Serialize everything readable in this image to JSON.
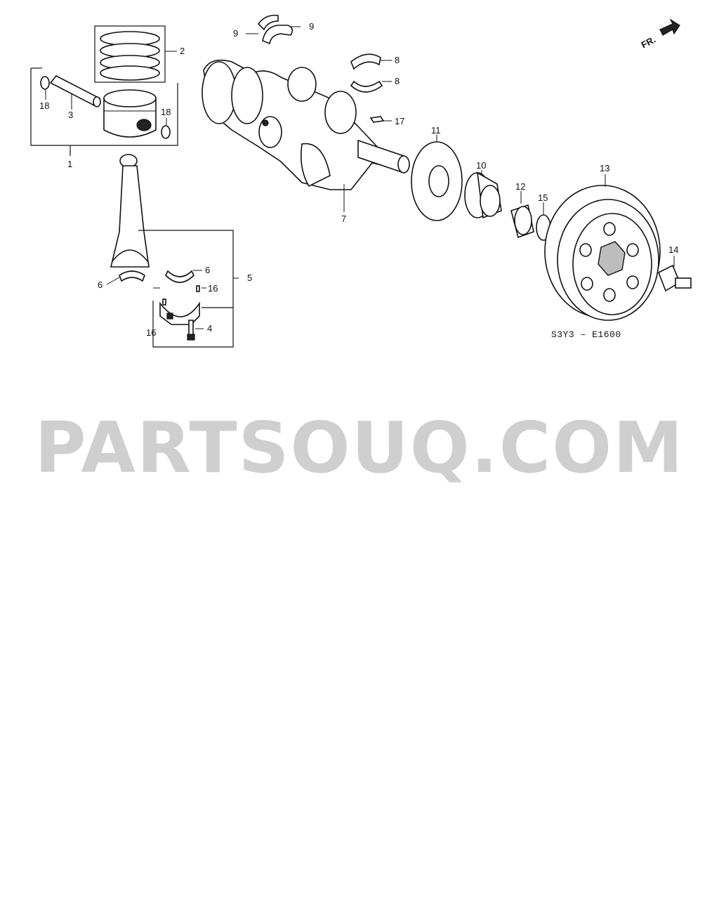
{
  "callouts": {
    "p1": "1",
    "p2": "2",
    "p3": "3",
    "p4": "4",
    "p5": "5",
    "p6a": "6",
    "p6b": "6",
    "p7": "7",
    "p8a": "8",
    "p8b": "8",
    "p9a": "9",
    "p9b": "9",
    "p10": "10",
    "p11": "11",
    "p12": "12",
    "p13": "13",
    "p14": "14",
    "p15": "15",
    "p16a": "16",
    "p16b": "16",
    "p17": "17",
    "p18a": "18",
    "p18b": "18"
  },
  "direction_label": "FR.",
  "diagram_code": "S3Y3 – E1600",
  "watermark": "PARTSOUQ.COM",
  "colors": {
    "ink": "#111111",
    "watermark": "#cfcfcf",
    "background": "#ffffff"
  }
}
